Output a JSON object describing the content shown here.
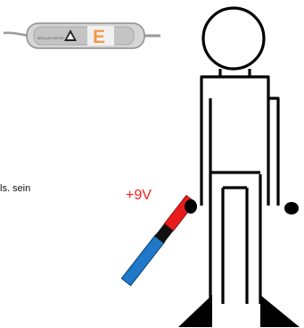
{
  "device": {
    "brand_text": "MODULAR CAPONT",
    "letter": "E",
    "letter_color": "#f29a4a",
    "body_color": "#cfcfcf"
  },
  "text": {
    "partial": "ls. sein",
    "voltage": "+9V"
  },
  "colors": {
    "voltage": "#ff1a1a",
    "rod_red": "#e81c1c",
    "rod_black": "#111111",
    "rod_blue": "#1f78c8",
    "figure": "#000000"
  }
}
